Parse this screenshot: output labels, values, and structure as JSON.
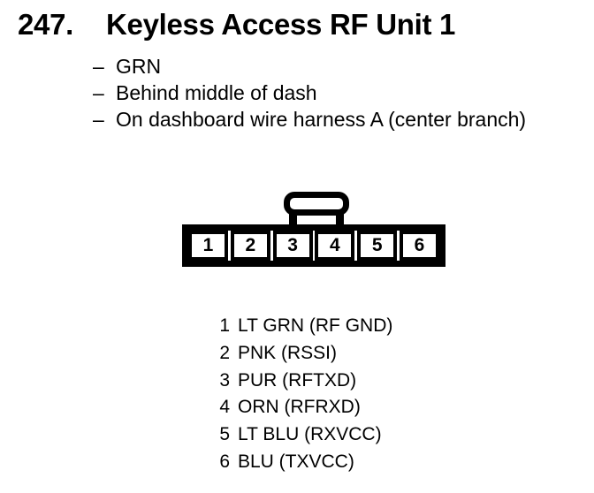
{
  "colors": {
    "ink": "#000000",
    "paper": "#ffffff"
  },
  "header": {
    "number": "247.",
    "title": "Keyless Access RF Unit 1"
  },
  "details": {
    "dash": "–",
    "items": [
      "GRN",
      "Behind middle of dash",
      "On dashboard wire harness A (center branch)"
    ]
  },
  "connector": {
    "pins": [
      "1",
      "2",
      "3",
      "4",
      "5",
      "6"
    ]
  },
  "pinout": {
    "rows": [
      {
        "pin": "1",
        "label": "LT GRN (RF GND)"
      },
      {
        "pin": "2",
        "label": "PNK (RSSI)"
      },
      {
        "pin": "3",
        "label": "PUR (RFTXD)"
      },
      {
        "pin": "4",
        "label": "ORN (RFRXD)"
      },
      {
        "pin": "5",
        "label": "LT BLU (RXVCC)"
      },
      {
        "pin": "6",
        "label": "BLU (TXVCC)"
      }
    ]
  }
}
